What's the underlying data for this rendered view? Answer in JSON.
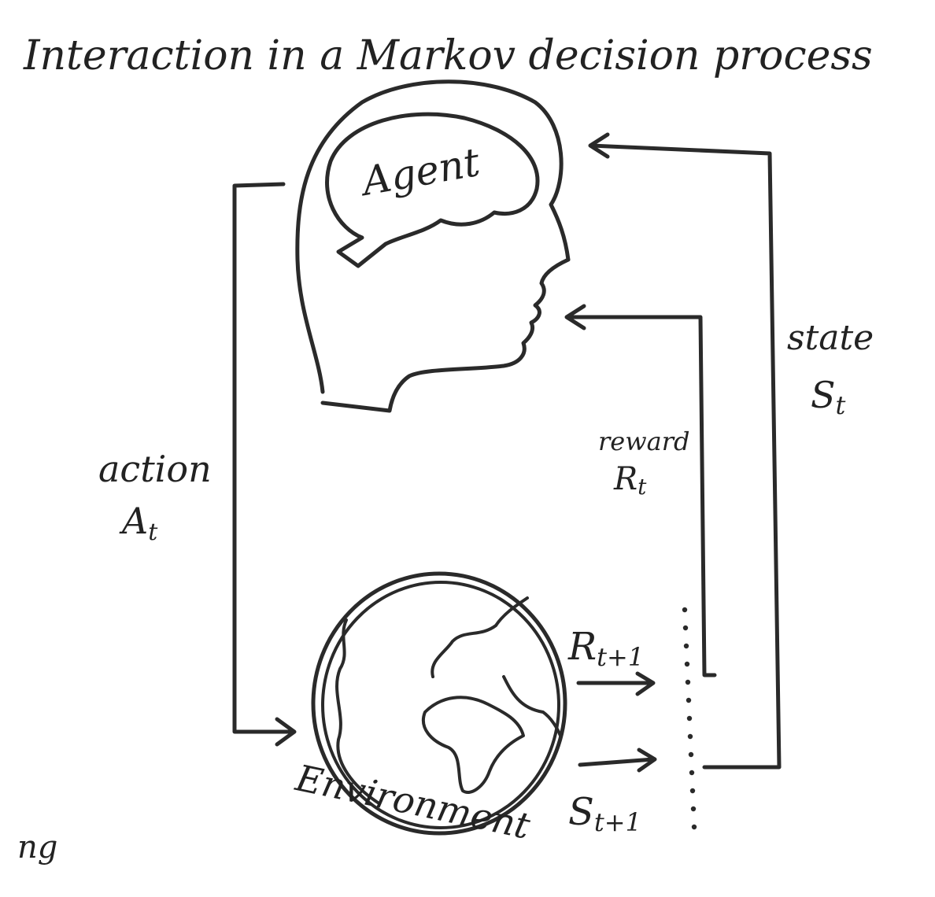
{
  "diagram": {
    "title": "Interaction in a Markov decision process",
    "agent_label": "Agent",
    "environment_label": "Environment",
    "action_label": "action",
    "action_symbol": "A",
    "action_subscript": "t",
    "reward_label": "reward",
    "reward_symbol": "R",
    "reward_subscript": "t",
    "state_label": "state",
    "state_symbol": "S",
    "state_subscript": "t",
    "next_reward_symbol": "R",
    "next_reward_subscript": "t+1",
    "next_state_symbol": "S",
    "next_state_subscript": "t+1",
    "signature": "ng",
    "ink_color": "#2a2a2a"
  }
}
